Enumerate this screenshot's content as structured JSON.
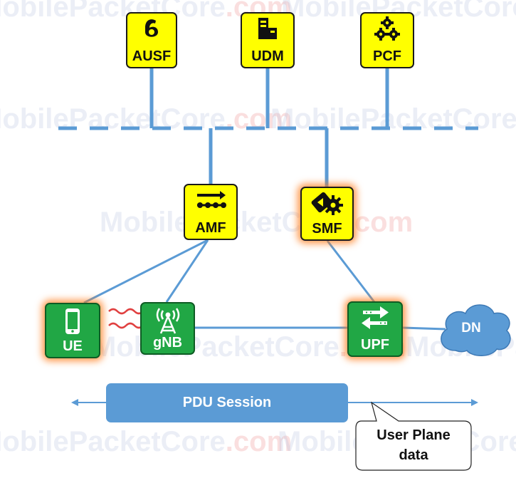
{
  "watermark_text": "MobilePacketCore.com",
  "watermark_text_main": "MobilePacketCore",
  "watermark_text_suffix": ".com",
  "nodes": {
    "ausf": "AUSF",
    "udm": "UDM",
    "pcf": "PCF",
    "amf": "AMF",
    "smf": "SMF",
    "ue": "UE",
    "gnb": "gNB",
    "upf": "UPF",
    "dn": "DN"
  },
  "pdu_session": "PDU Session",
  "callout": {
    "line1": "User Plane",
    "line2": "data"
  },
  "colors": {
    "nf_yellow": "#ffff00",
    "ran_green": "#21a745",
    "link_blue": "#5b9bd5",
    "glow_orange": "#ff7814",
    "wave_red": "#e04040"
  },
  "icons": {
    "ausf": "padlock-six-icon",
    "udm": "database-icon",
    "pcf": "gears-icon",
    "amf": "mobility-arrow-icon",
    "smf": "session-gear-icon",
    "ue": "smartphone-icon",
    "gnb": "antenna-tower-icon",
    "upf": "bidirectional-arrows-icon",
    "dn": "cloud-icon"
  }
}
